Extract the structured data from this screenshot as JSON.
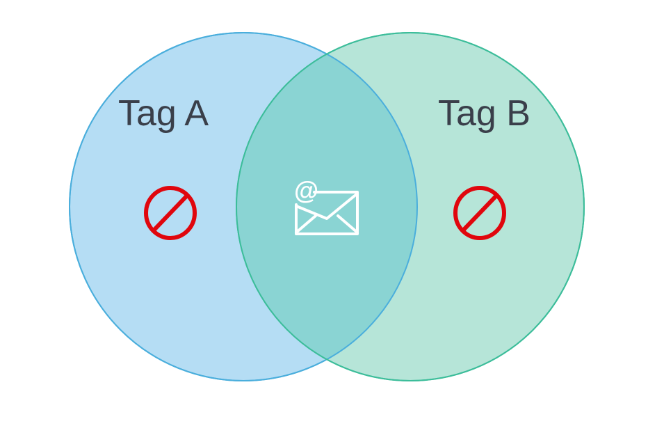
{
  "diagram": {
    "sets": [
      {
        "id": "a",
        "label": "Tag A",
        "fill": "#b5ddf4",
        "stroke": "#4aaedc",
        "region_icon": "prohibited-icon"
      },
      {
        "id": "b",
        "label": "Tag B",
        "fill": "#b6e5d8",
        "stroke": "#3cbd9a",
        "region_icon": "prohibited-icon"
      }
    ],
    "intersection": {
      "fill": "#8ad4d3",
      "icon": "email-icon",
      "icon_glyph": "@"
    },
    "icon_colors": {
      "prohibited": "#e0060d",
      "email": "#ffffff"
    }
  }
}
